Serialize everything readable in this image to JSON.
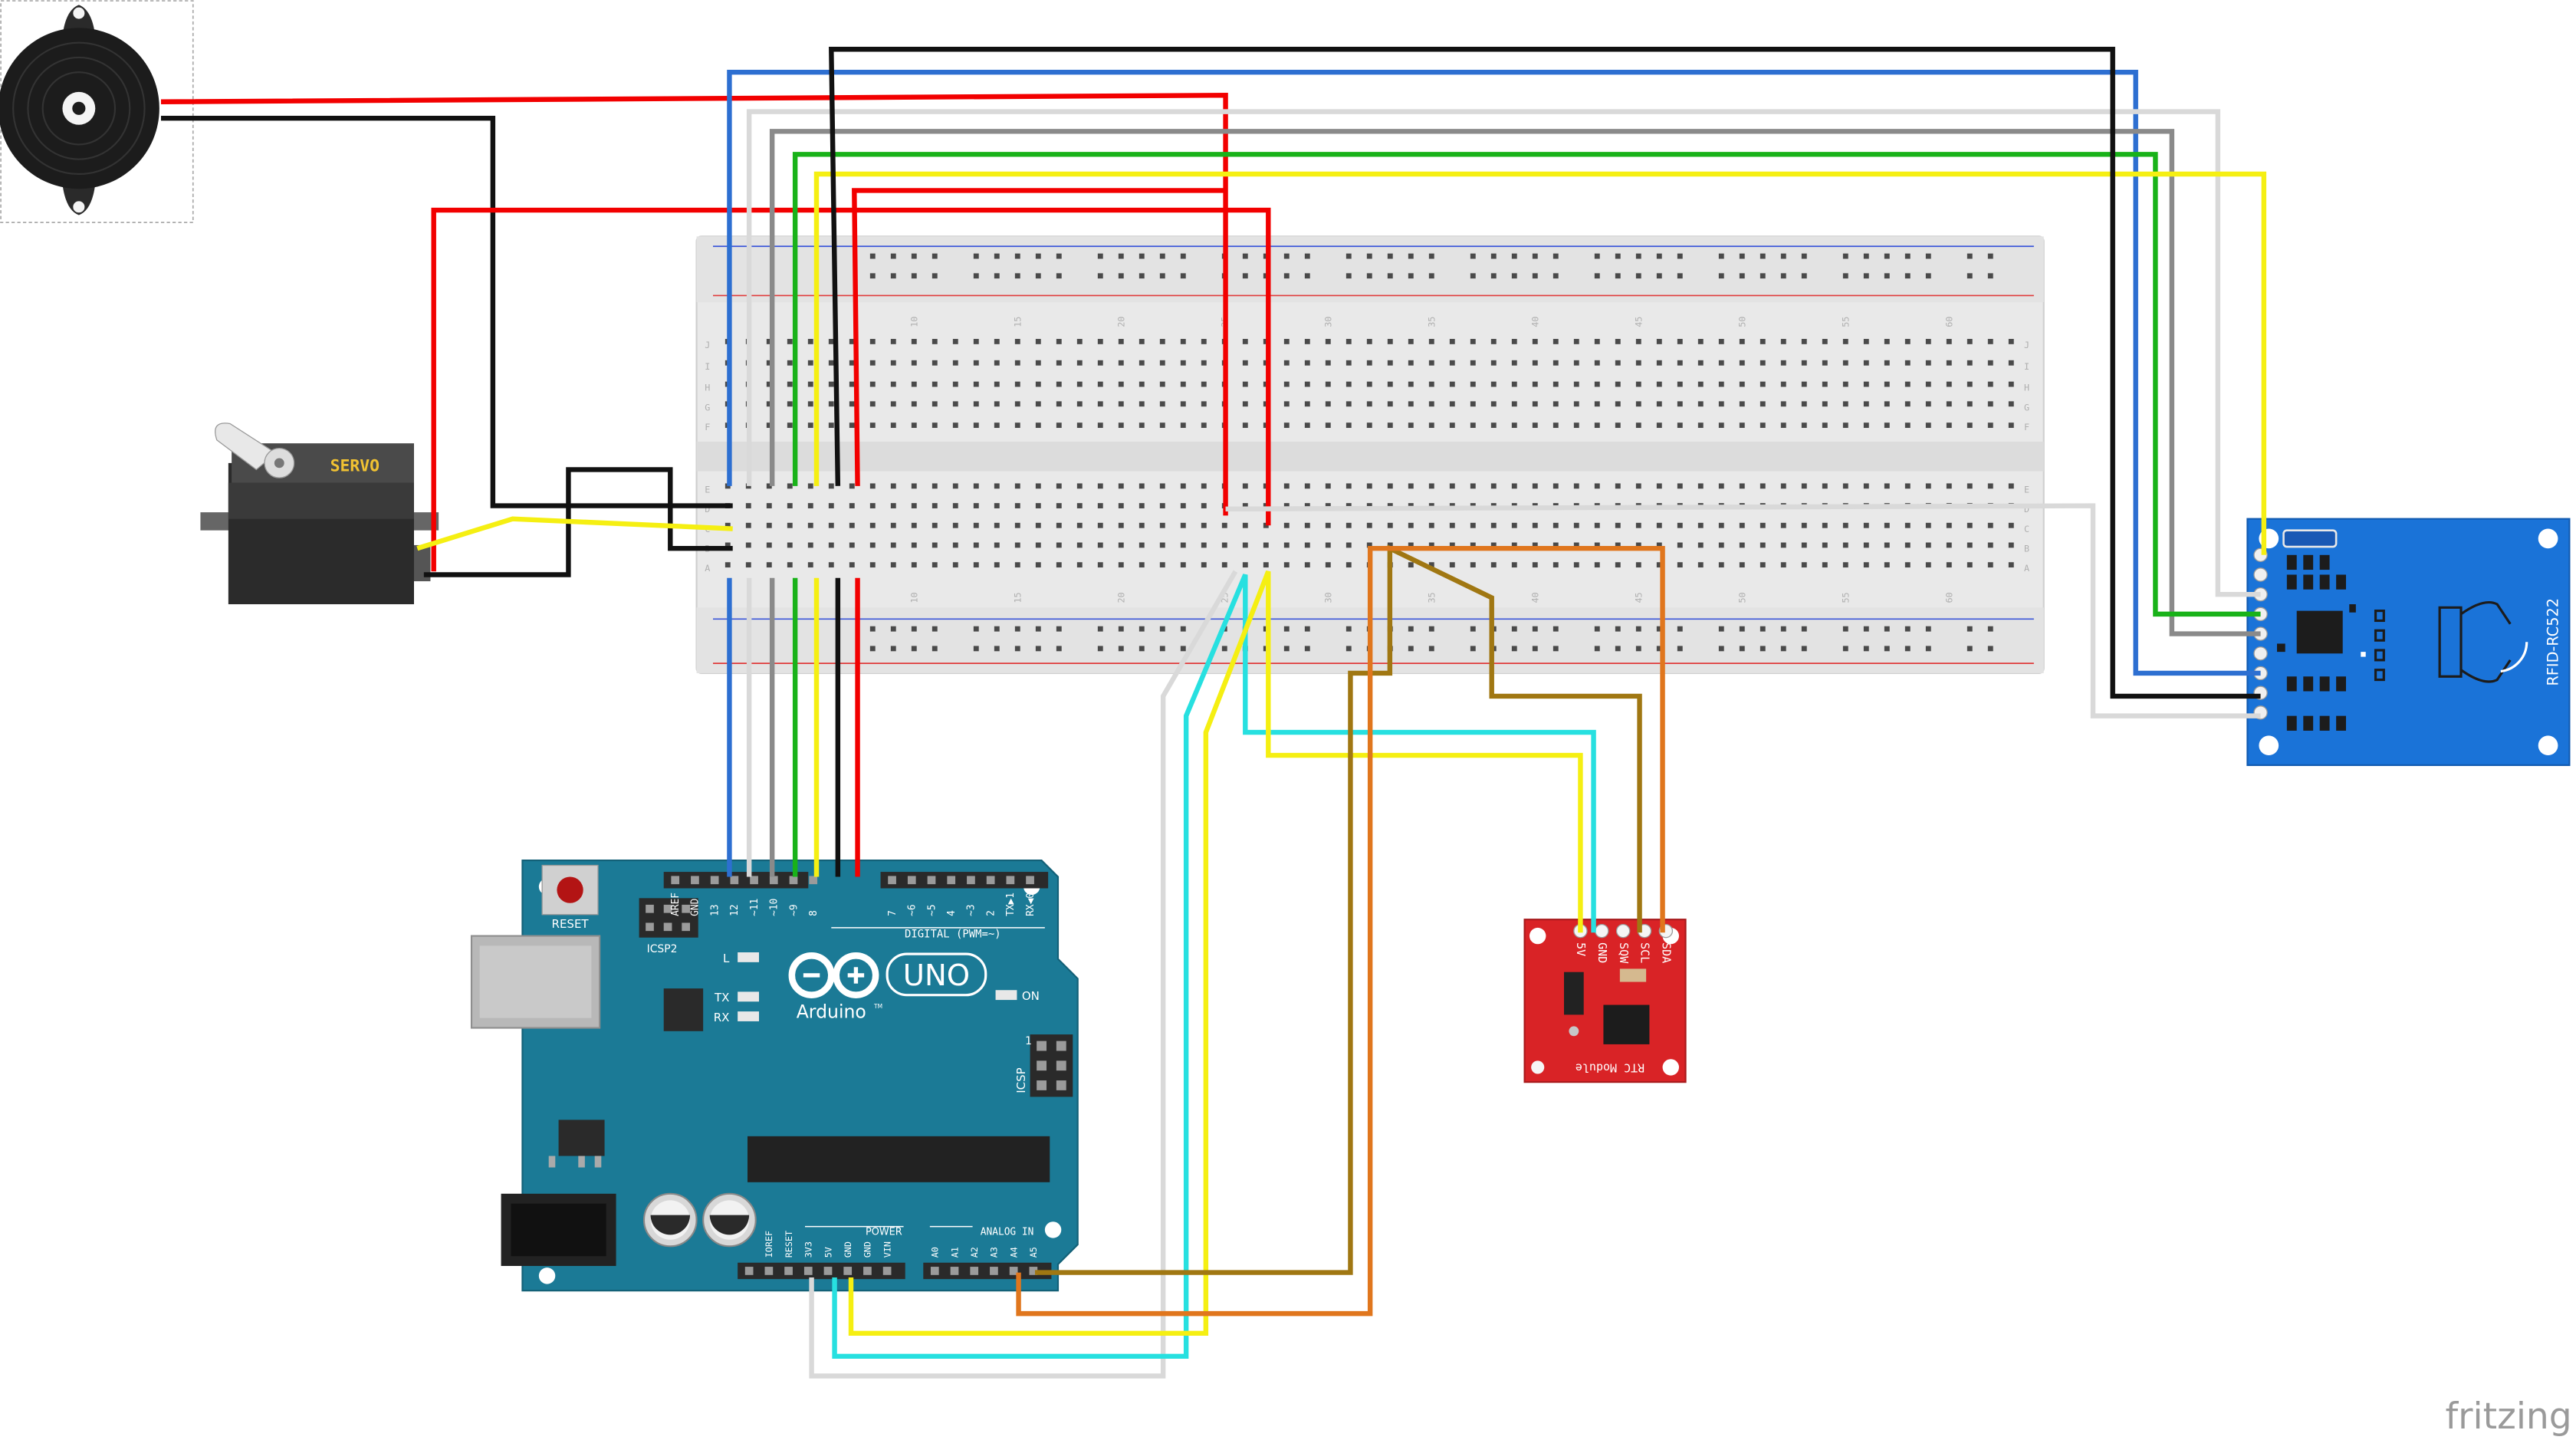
{
  "servo": {
    "label": "SERVO"
  },
  "arduino": {
    "reset_label": "RESET",
    "icsp2_label": "ICSP2",
    "icsp_label": "ICSP",
    "icsp_pin1": "1",
    "l_label": "L",
    "tx_label": "TX",
    "rx_label": "RX",
    "on_label": "ON",
    "uno_label": "UNO",
    "brand_label": "Arduino",
    "tm_mark": "TM",
    "digital_header": "DIGITAL (PWM=~)",
    "power_header": "POWER",
    "analog_header": "ANALOG IN",
    "digital_pins": [
      "AREF",
      "GND",
      "13",
      "12",
      "~11",
      "~10",
      "~9",
      "8",
      "7",
      "~6",
      "~5",
      "4",
      "~3",
      "2",
      "TX▶1",
      "RX◀0"
    ],
    "power_pins": [
      "IOREF",
      "RESET",
      "3V3",
      "5V",
      "GND",
      "GND",
      "VIN"
    ],
    "analog_pins": [
      "A0",
      "A1",
      "A2",
      "A3",
      "A4",
      "A5"
    ]
  },
  "rtc": {
    "title": "RTC Module",
    "pins": [
      "5V",
      "GND",
      "SQW",
      "SCL",
      "SDA"
    ]
  },
  "rfid": {
    "label": "RFID-RC522"
  },
  "breadboard": {
    "row_letters_top": [
      "J",
      "I",
      "H",
      "G",
      "F"
    ],
    "row_letters_bottom": [
      "E",
      "D",
      "C",
      "B",
      "A"
    ],
    "column_numbers": [
      "10",
      "15",
      "20",
      "25",
      "30",
      "35",
      "40",
      "45",
      "50",
      "55",
      "60"
    ]
  },
  "watermark": "fritzing",
  "colors": {
    "red": "#f20000",
    "black": "#111111",
    "blue": "#2d6fd1",
    "white_wire": "#d9d9d9",
    "gray": "#8a8a8a",
    "green": "#19b219",
    "yellow": "#f5ef12",
    "cyan": "#27e0e0",
    "orange": "#e0761d",
    "brown": "#a07712",
    "arduino_board": "#1b7a96",
    "rfid_board": "#1a73d8",
    "rtc_board": "#d92326",
    "breadboard_body": "#e9e9e9"
  }
}
